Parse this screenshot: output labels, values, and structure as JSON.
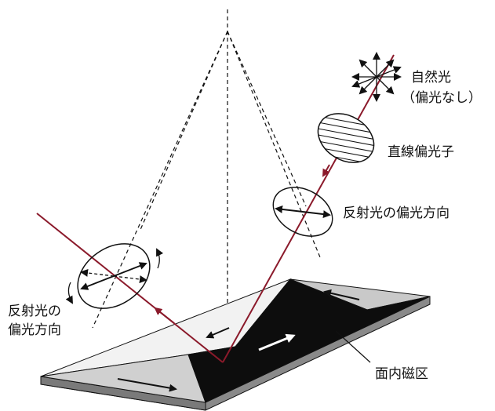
{
  "labels": {
    "natural_light": "自然光",
    "unpolarized": "（偏光なし）",
    "linear_polarizer": "直線偏光子",
    "reflected_polarization_upper": "反射光の偏光方向",
    "reflected_polarization_left_line1": "反射光の",
    "reflected_polarization_left_line2": "偏光方向",
    "inplane_domain": "面内磁区"
  },
  "colors": {
    "light_ray": "#8b1a2b",
    "line": "#111111",
    "domain_dark": "#0d0d0d",
    "slab_side": "#8a8a8a",
    "domain_grey": "#c9c9c9",
    "domain_light": "#f2f2f2"
  }
}
